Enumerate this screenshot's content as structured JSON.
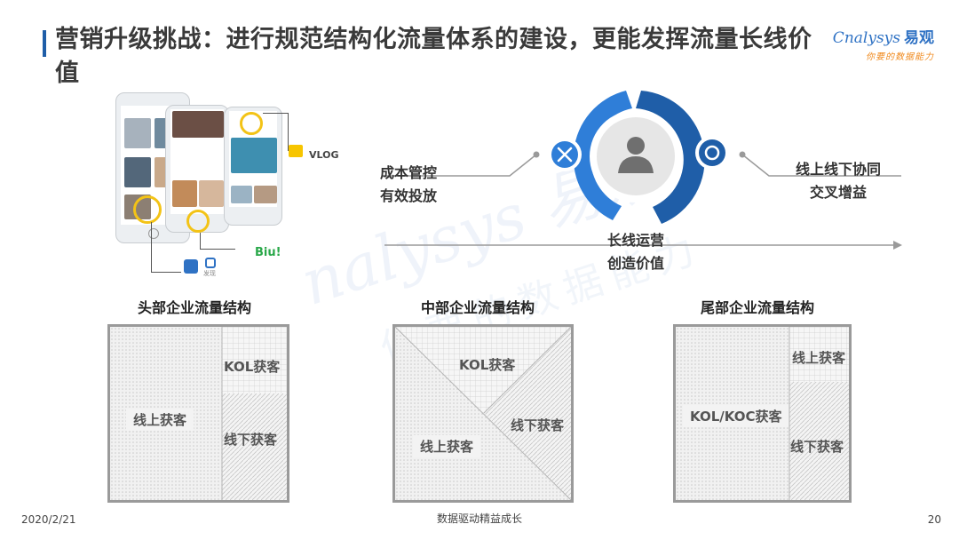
{
  "header": {
    "title": "营销升级挑战：进行规范结构化流量体系的建设，更能发挥流量长线价值",
    "logo_brand": "nalysys",
    "logo_cn": "易观",
    "logo_tagline": "你要的数据能力"
  },
  "illustration": {
    "vlog_label": "VLOG",
    "biu_label": "Biu!",
    "camera_label": "发现"
  },
  "cycle": {
    "left_line1": "成本管控",
    "left_line2": "有效投放",
    "right_line1": "线上线下协同",
    "right_line2": "交叉增益",
    "bottom_line1": "长线运营",
    "bottom_line2": "创造价值",
    "left_icon": "tools-icon",
    "right_icon": "sync-icon",
    "center_icon": "person-icon",
    "colors": {
      "ring": "#2f7ed8",
      "ring_dark": "#1f5ea8",
      "center": "#e6e6e6"
    }
  },
  "structures": [
    {
      "title": "头部企业流量结构",
      "labels": [
        "线上获客",
        "KOL获客",
        "线下获客"
      ]
    },
    {
      "title": "中部企业流量结构",
      "labels": [
        "KOL获客",
        "线下获客",
        "线上获客"
      ]
    },
    {
      "title": "尾部企业流量结构",
      "labels": [
        "KOL/KOC获客",
        "线上获客",
        "线下获客"
      ]
    }
  ],
  "footer": {
    "date": "2020/2/21",
    "center": "数据驱动精益成长",
    "page": "20"
  },
  "watermark": {
    "brand": "nalysys 易观",
    "tagline": "你要的数据能力"
  }
}
